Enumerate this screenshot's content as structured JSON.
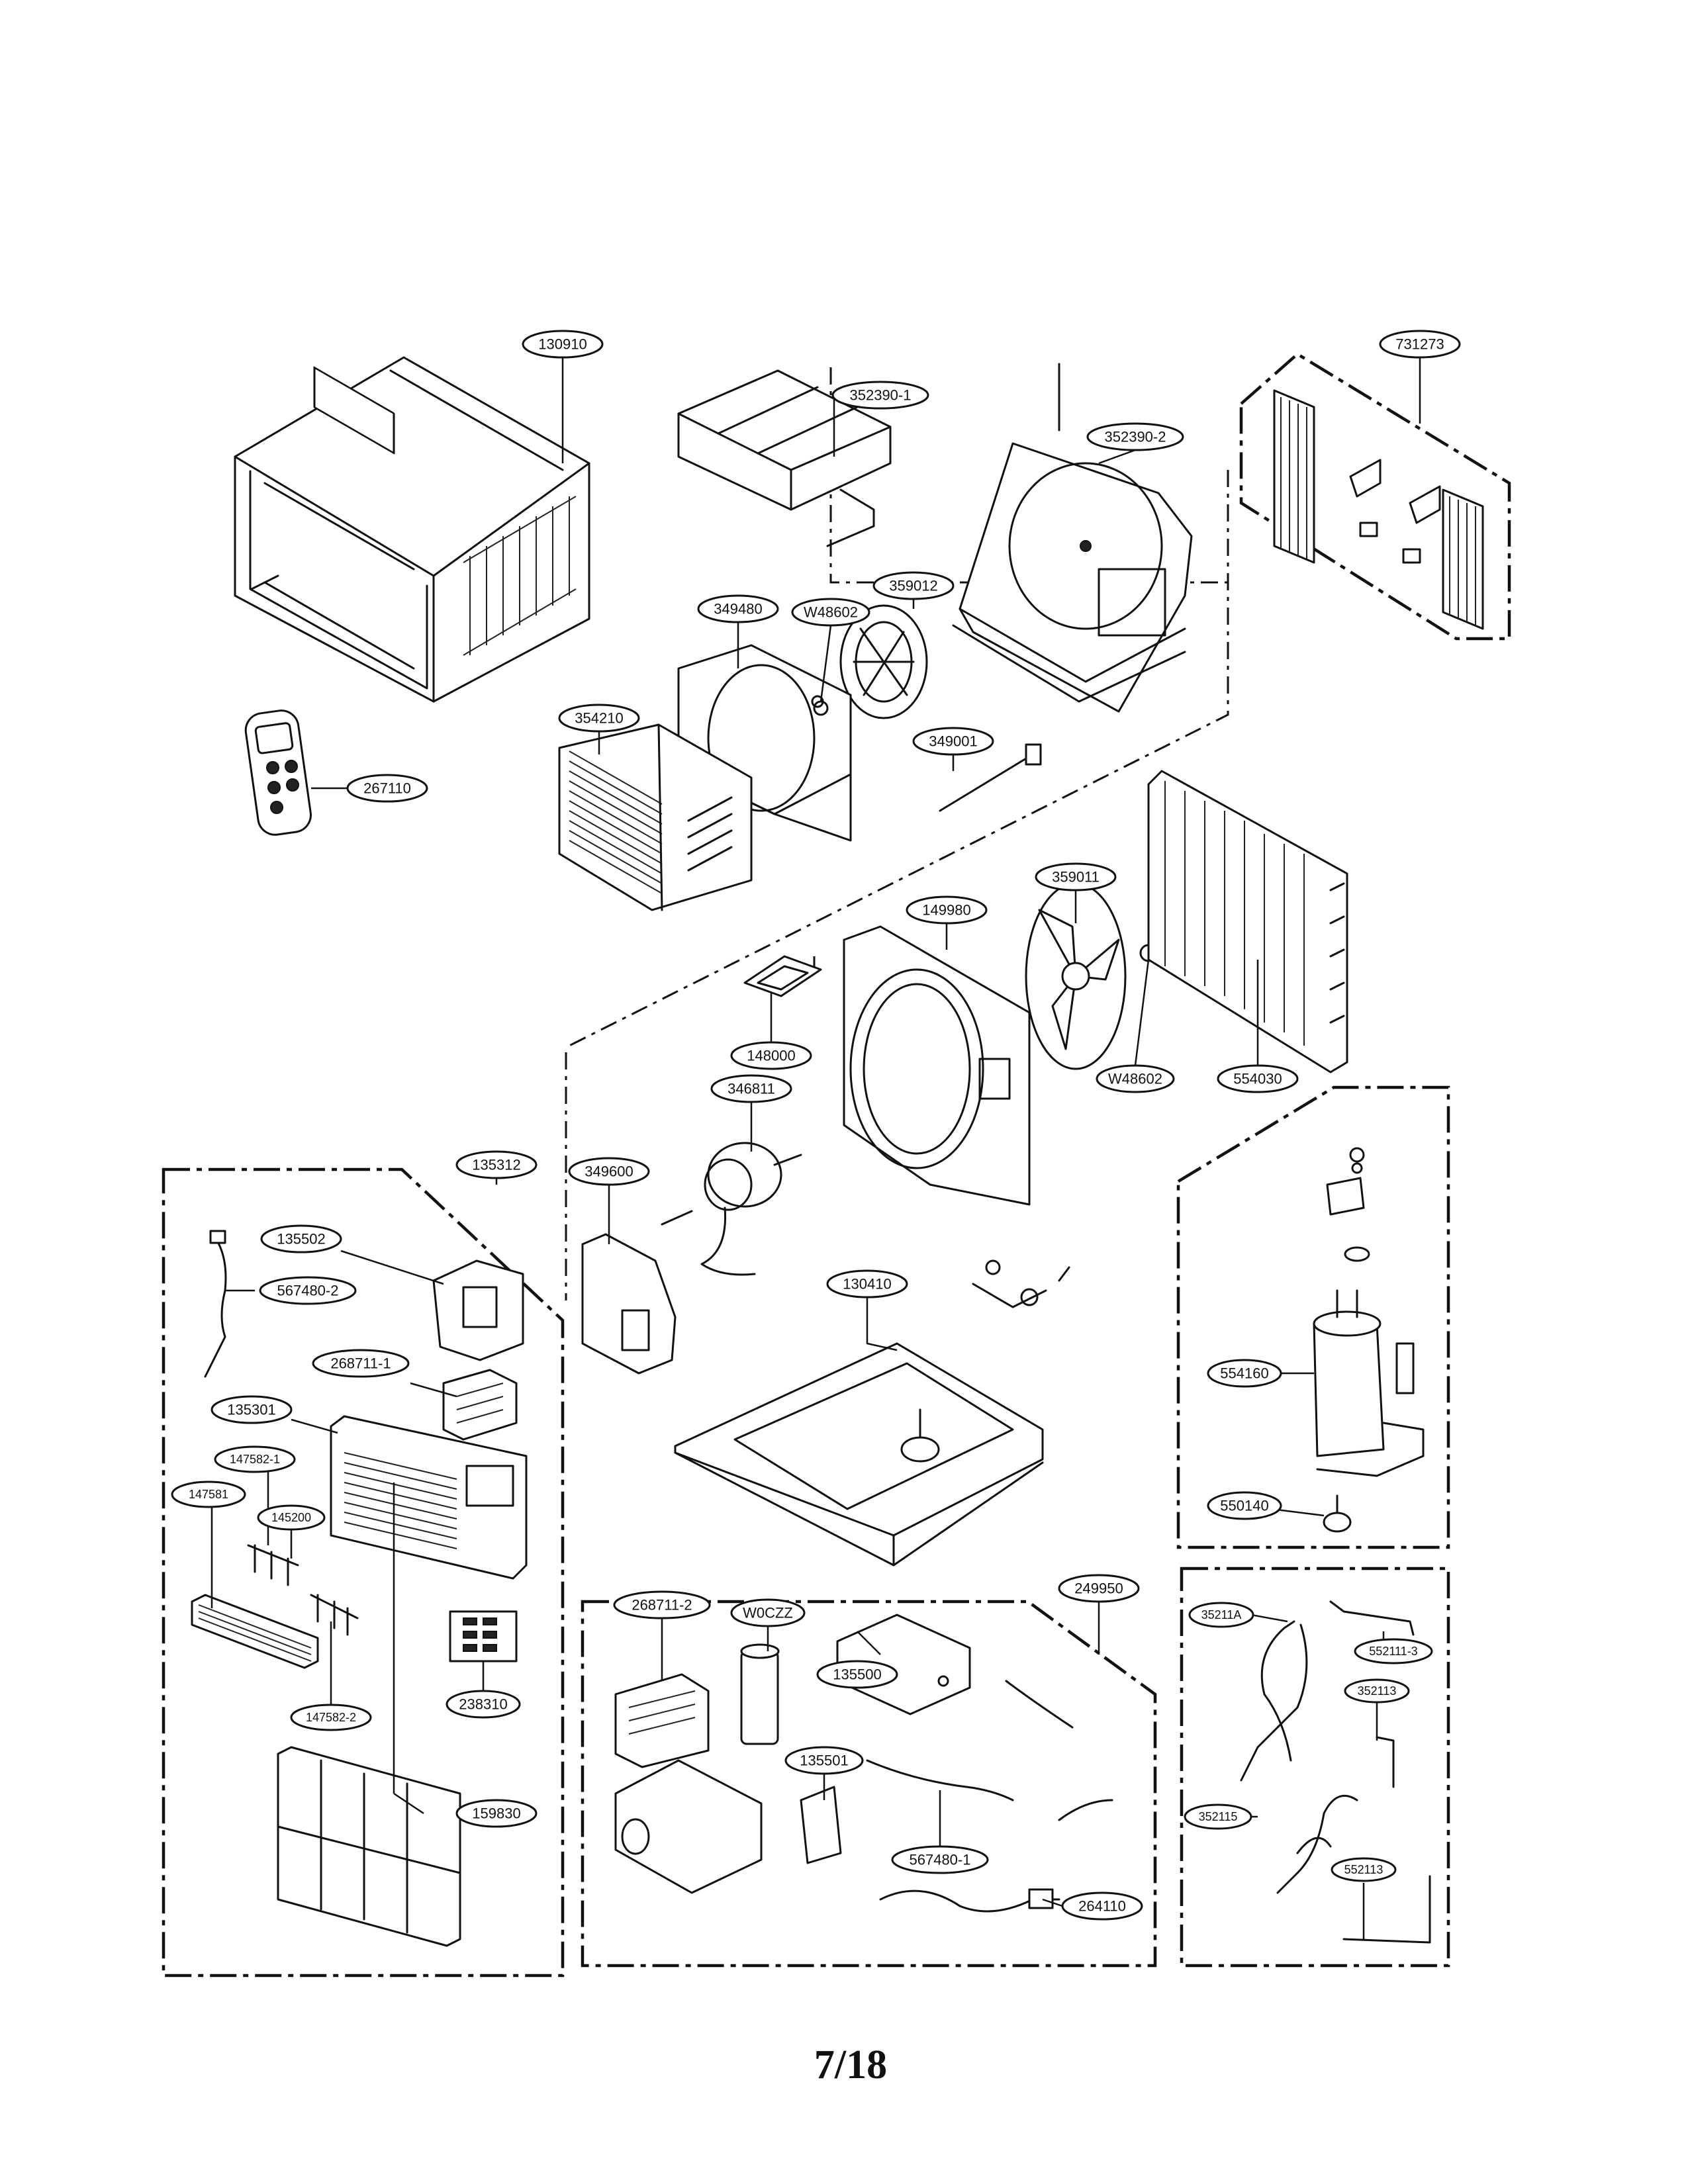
{
  "page_number": "7/18",
  "callouts": {
    "p130910": "130910",
    "p352390_1": "352390-1",
    "p731273": "731273",
    "p352390_2": "352390-2",
    "p359012": "359012",
    "p349480": "349480",
    "pW48602_top": "W48602",
    "p354210": "354210",
    "p349001": "349001",
    "p267110": "267110",
    "p359011": "359011",
    "p149980": "149980",
    "p148000": "148000",
    "pW48602_bottom": "W48602",
    "p554030": "554030",
    "p346811": "346811",
    "p135312": "135312",
    "p349600": "349600",
    "p135502": "135502",
    "p567480_2": "567480-2",
    "p268711_1": "268711-1",
    "p135301": "135301",
    "p147582_1": "147582-1",
    "p147581": "147581",
    "p145200": "145200",
    "p147582_2": "147582-2",
    "p238310": "238310",
    "p159830": "159830",
    "p130410": "130410",
    "p554160": "554160",
    "p550140": "550140",
    "p249950": "249950",
    "p268711_2": "268711-2",
    "pW0CZZ": "W0CZZ",
    "p135500": "135500",
    "p135501": "135501",
    "p567480_1": "567480-1",
    "p264110": "264110",
    "p35211A": "35211A",
    "p552111_3": "552111-3",
    "p352113": "352113",
    "p352115": "352115",
    "p552113": "552113"
  }
}
